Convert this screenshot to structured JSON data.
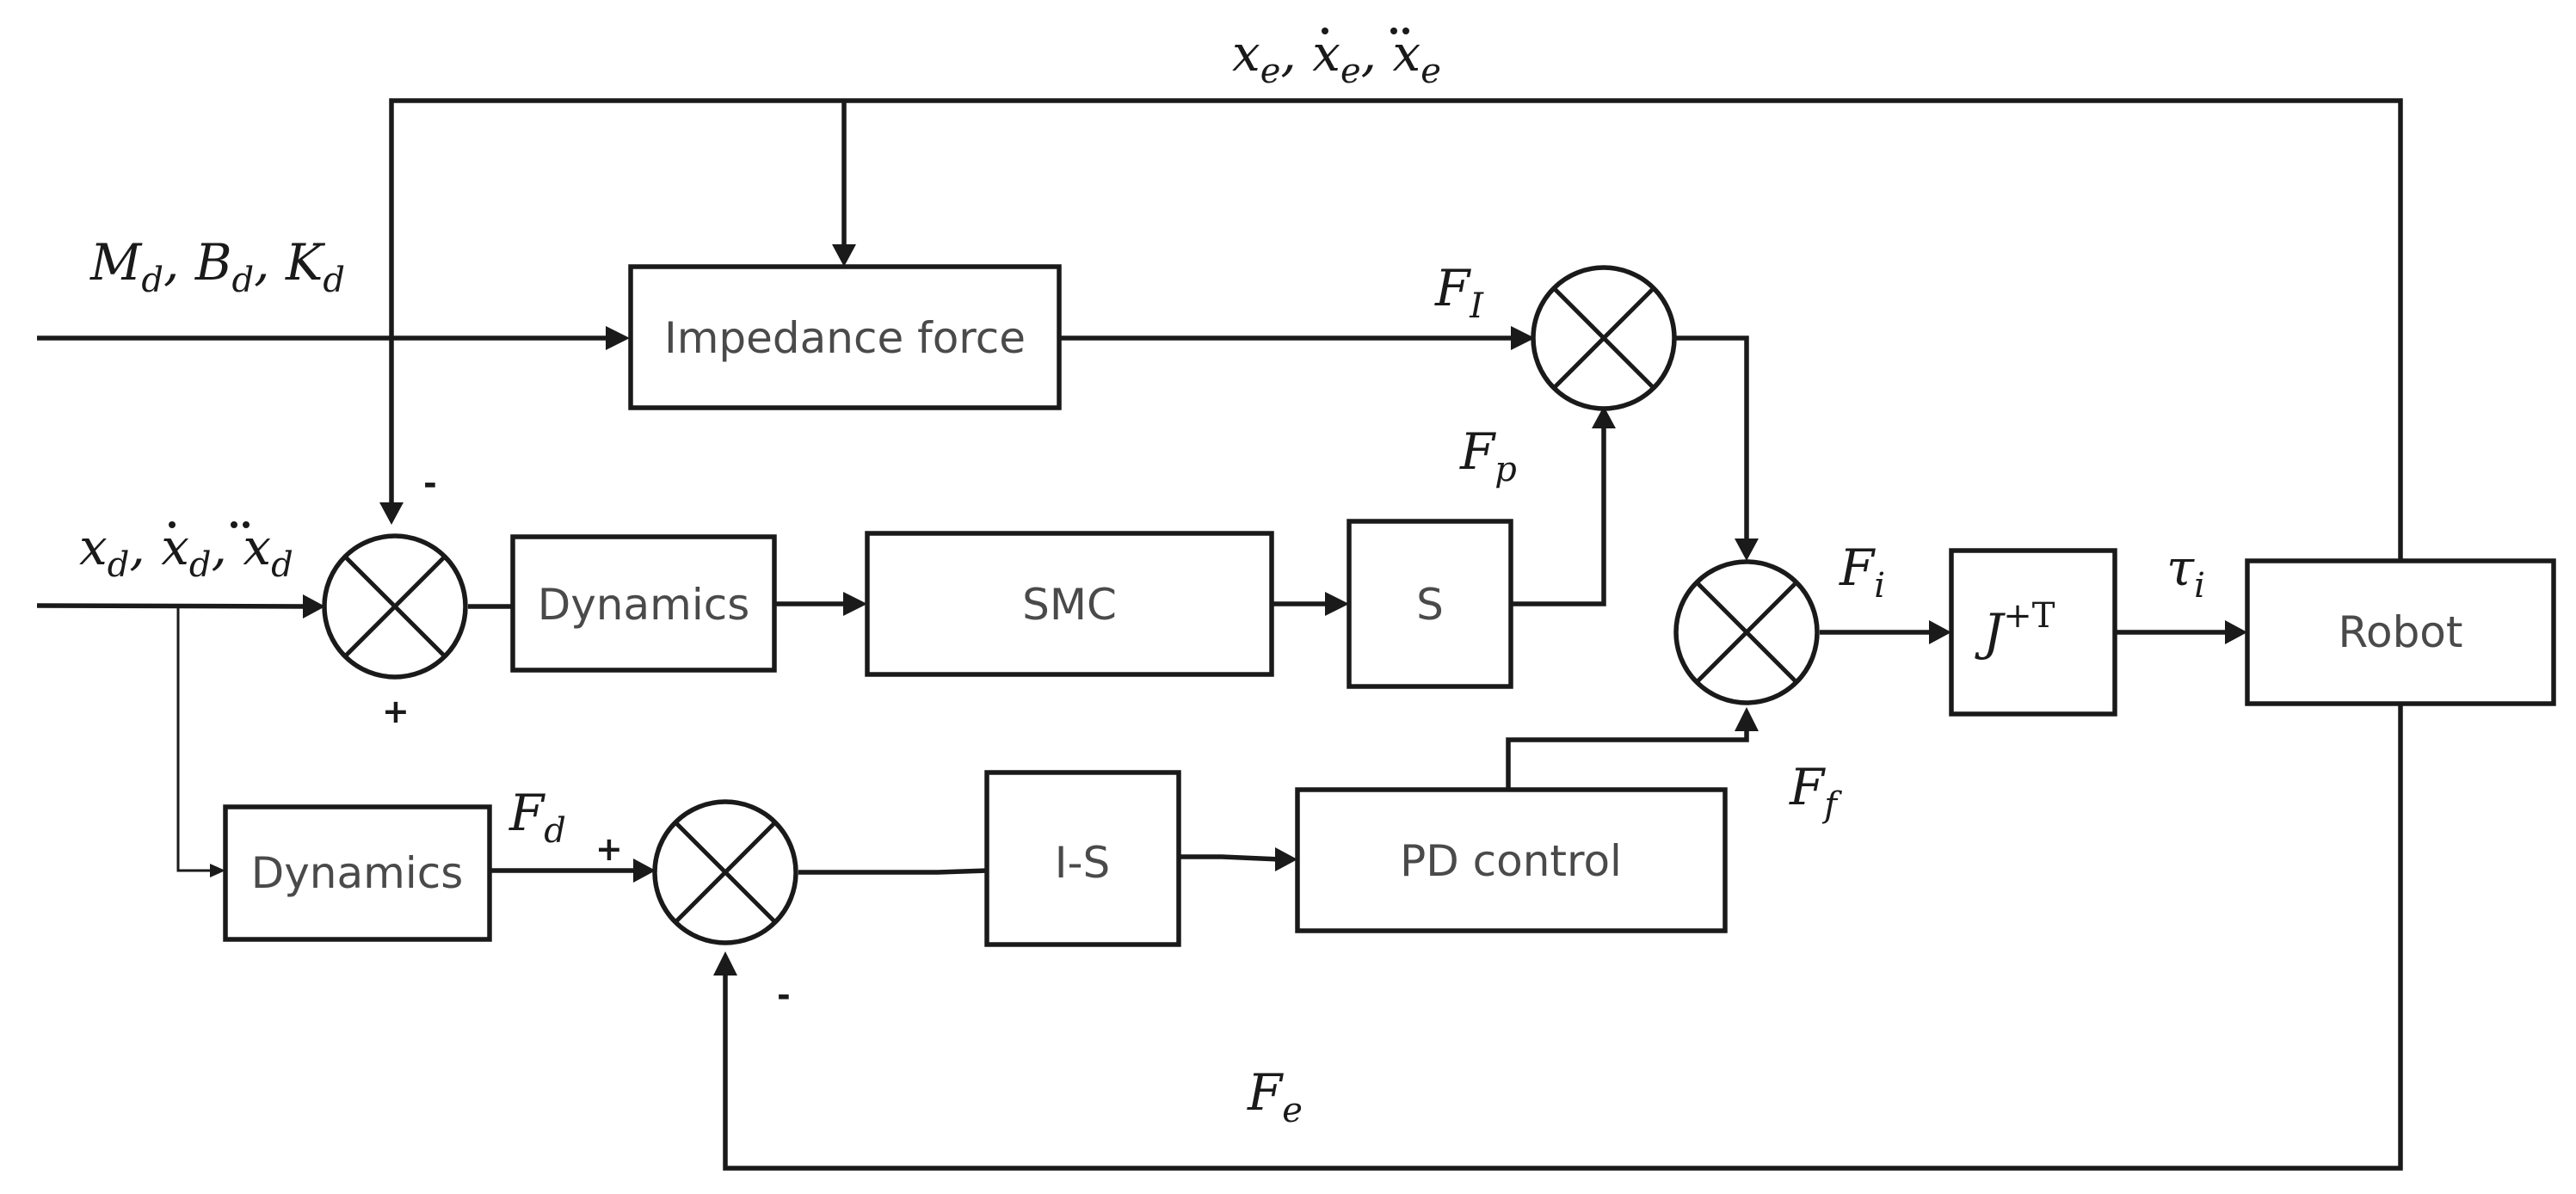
{
  "blocks": {
    "impedance_force": "Impedance force",
    "dynamics_top": "Dynamics",
    "smc": "SMC",
    "s": "S",
    "dynamics_bottom": "Dynamics",
    "i_s": "I-S",
    "pd_control": "PD control",
    "robot": "Robot"
  },
  "signals": {
    "env_state": {
      "base": "x",
      "sub": "e",
      "text": "x_e, ẋ_e, ẍ_e"
    },
    "desired_params": {
      "text": "M_d, B_d, K_d"
    },
    "desired_state": {
      "base": "x",
      "sub": "d",
      "text": "x_d, ẋ_d, ẍ_d"
    },
    "f_impedance": {
      "base": "F",
      "sub": "I"
    },
    "f_p": {
      "base": "F",
      "sub": "p"
    },
    "f_i": {
      "base": "F",
      "sub": "i"
    },
    "f_f": {
      "base": "F",
      "sub": "f"
    },
    "f_d": {
      "base": "F",
      "sub": "d"
    },
    "f_e": {
      "base": "F",
      "sub": "e"
    },
    "tau_i": {
      "base": "τ",
      "sub": "i"
    },
    "jacobian": {
      "base": "J",
      "sup": "+T"
    }
  },
  "signs": {
    "sum_left_top": "-",
    "sum_left_bottom": "+",
    "sum_bottom_left": "+",
    "sum_bottom_below": "-"
  }
}
